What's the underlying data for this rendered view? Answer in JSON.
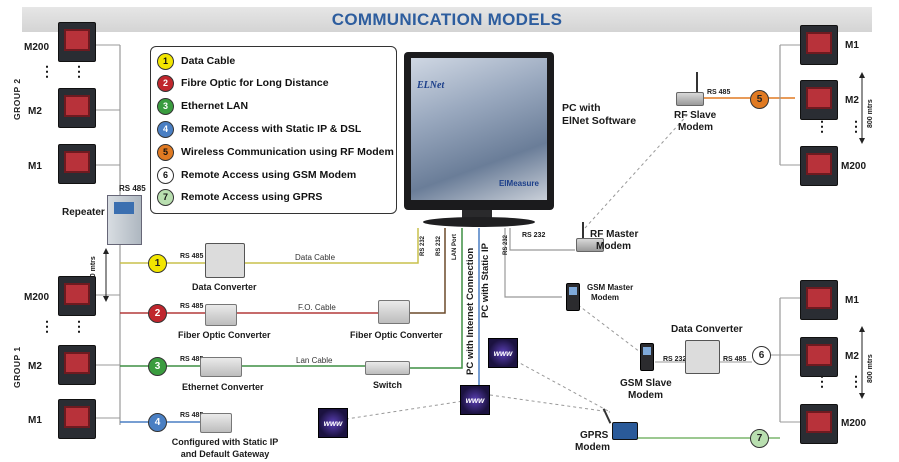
{
  "title": "COMMUNICATION  MODELS",
  "legend": [
    {
      "num": "1",
      "label": "Data Cable",
      "color": "#f2e600"
    },
    {
      "num": "2",
      "label": "Fibre Optic for Long Distance",
      "color": "#c0262d"
    },
    {
      "num": "3",
      "label": "Ethernet LAN",
      "color": "#3a9c3f"
    },
    {
      "num": "4",
      "label": "Remote Access with Static IP & DSL",
      "color": "#4a7fc3"
    },
    {
      "num": "5",
      "label": "Wireless Communication using RF Modem",
      "color": "#e07a22"
    },
    {
      "num": "6",
      "label": "Remote Access using GSM Modem",
      "color": "#ffffff"
    },
    {
      "num": "7",
      "label": "Remote Access using GPRS",
      "color": "#b9dfb0"
    }
  ],
  "groups": {
    "group2": "GROUP 2",
    "group1": "GROUP 1"
  },
  "meters": {
    "m200": "M200",
    "m2": "M2",
    "m1": "M1",
    "dots": "⋮"
  },
  "distance": "800 mtrs",
  "labels": {
    "rs485": "RS 485",
    "rs232": "RS 232",
    "lan_port": "LAN Port",
    "repeater": "Repeater",
    "data_converter": "Data Converter",
    "data_cable": "Data Cable",
    "fo_cable": "F.O. Cable",
    "fiber_optic_converter": "Fiber Optic Converter",
    "lan_cable": "Lan Cable",
    "ethernet_converter": "Ethernet Converter",
    "switch": "Switch",
    "static_ip_line1": "Configured with Static IP",
    "static_ip_line2": "and Default Gateway",
    "pc_line1": "PC with",
    "pc_line2": "ElNet Software",
    "pc_internet": "PC with Internet Connection",
    "pc_static_ip": "PC with Static IP",
    "rf_master_line1": "RF Master",
    "rf_master_line2": "Modem",
    "rf_slave_line1": "RF Slave",
    "rf_slave_line2": "Modem",
    "gsm_master_line1": "GSM Master",
    "gsm_master_line2": "Modem",
    "gsm_slave_line1": "GSM Slave",
    "gsm_slave_line2": "Modem",
    "gprs_line1": "GPRS",
    "gprs_line2": "Modem",
    "www": "www",
    "software_title": "ELNet",
    "software_logo": "ElMeasure"
  }
}
